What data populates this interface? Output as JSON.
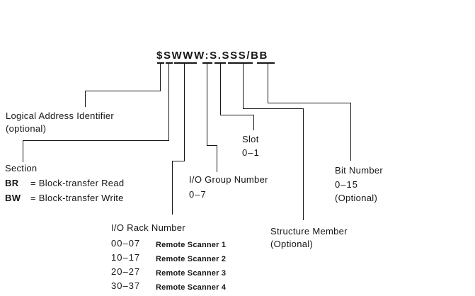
{
  "address_format": {
    "text": "$SWWW:S.SSS/BB"
  },
  "callouts": {
    "logical_address": {
      "line1": "Logical Address Identifier",
      "line2": "(optional)"
    },
    "section": {
      "title": "Section",
      "items": [
        {
          "code": "BR",
          "desc": "= Block-transfer Read"
        },
        {
          "code": "BW",
          "desc": "= Block-transfer Write"
        }
      ]
    },
    "io_rack": {
      "title": "I/O Rack Number",
      "rows": [
        {
          "range": "00–07",
          "desc": "Remote Scanner 1"
        },
        {
          "range": "10–17",
          "desc": "Remote Scanner 2"
        },
        {
          "range": "20–27",
          "desc": "Remote Scanner 3"
        },
        {
          "range": "30–37",
          "desc": "Remote Scanner 4"
        }
      ]
    },
    "io_group": {
      "line1": "I/O Group Number",
      "line2": "0–7"
    },
    "slot": {
      "line1": "Slot",
      "line2": "0–1"
    },
    "structure_member": {
      "line1": "Structure Member",
      "line2": "(Optional)"
    },
    "bit_number": {
      "line1": "Bit Number",
      "line2": "0–15",
      "line3": "(Optional)"
    }
  },
  "colors": {
    "line": "#161616",
    "text": "#161616",
    "background": "#ffffff"
  }
}
